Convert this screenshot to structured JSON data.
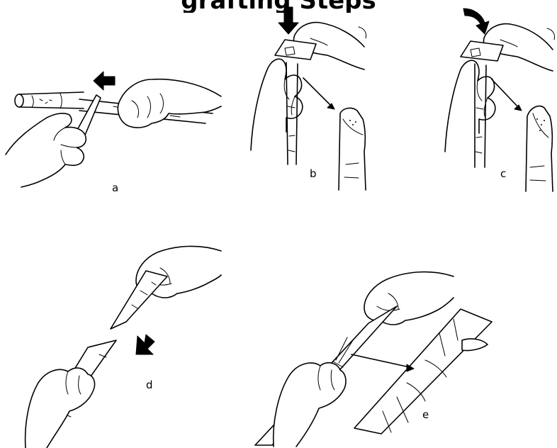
{
  "title": "grafting Steps",
  "panels": [
    {
      "id": "a",
      "label": "a"
    },
    {
      "id": "b",
      "label": "b"
    },
    {
      "id": "c",
      "label": "c"
    },
    {
      "id": "d",
      "label": "d"
    },
    {
      "id": "e",
      "label": "e"
    }
  ],
  "colors": {
    "ink": "#000000",
    "background": "#ffffff"
  }
}
